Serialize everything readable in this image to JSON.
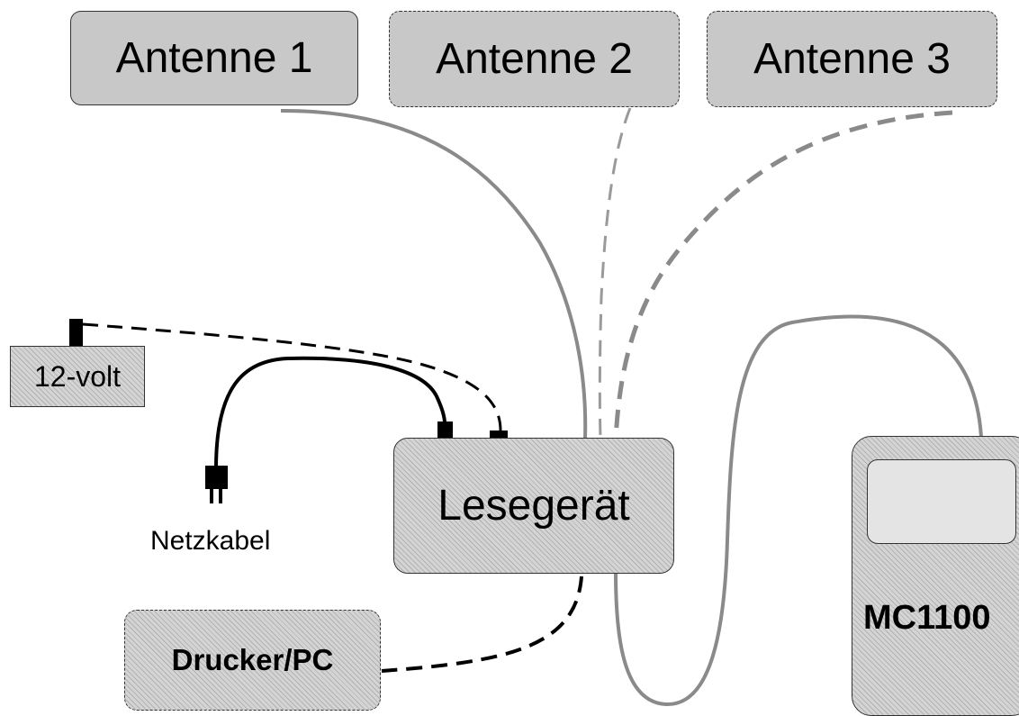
{
  "antennas": [
    {
      "label": "Antenne 1"
    },
    {
      "label": "Antenne 2"
    },
    {
      "label": "Antenne 3"
    }
  ],
  "reader": {
    "label": "Lesegerät"
  },
  "battery": {
    "label": "12-volt"
  },
  "power_cord": {
    "label": "Netzkabel"
  },
  "printer": {
    "label": "Drucker/PC"
  },
  "handheld": {
    "label": "MC1100"
  },
  "colors": {
    "box_fill": "#c8c8c8",
    "antenna_cable": "#888888",
    "power_cable": "#000000",
    "outline": "#333333"
  }
}
